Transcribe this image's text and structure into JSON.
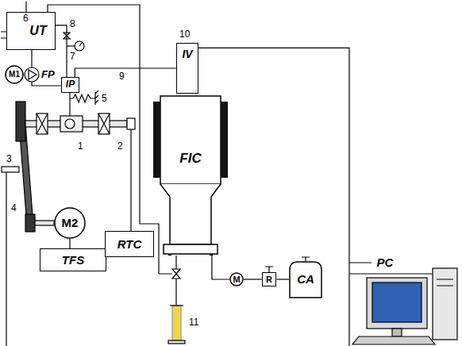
{
  "diagram": {
    "nodes": [
      {
        "text": [
          "UT"
        ]
      },
      {
        "text": [
          "M1"
        ]
      },
      {
        "text": [
          "IP"
        ]
      },
      {
        "text": [
          "IV"
        ]
      },
      {
        "text": [
          "FIC"
        ]
      },
      {
        "text": [
          "M2"
        ]
      },
      {
        "text": [
          "TFS"
        ]
      },
      {
        "text": [
          "RTC"
        ]
      },
      {
        "text": [
          "M"
        ]
      },
      {
        "text": [
          "R"
        ]
      },
      {
        "text": [
          "CA"
        ]
      },
      {
        "text": [
          "PC"
        ]
      }
    ],
    "edges": [
      {
        "from": 0,
        "to": 2,
        "arrow": "none"
      },
      {
        "from": 2,
        "to": 3,
        "arrow": "none"
      },
      {
        "from": 3,
        "to": 11,
        "arrow": "none"
      },
      {
        "from": 5,
        "to": 6,
        "arrow": "none"
      },
      {
        "from": 4,
        "to": 8,
        "arrow": "none"
      },
      {
        "from": 8,
        "to": 9,
        "arrow": "none"
      },
      {
        "from": 9,
        "to": 10,
        "arrow": "none"
      }
    ],
    "labels": [
      "6",
      "8",
      "7",
      "FP",
      "5",
      "1",
      "2",
      "3",
      "4",
      "9",
      "10",
      "11"
    ]
  }
}
